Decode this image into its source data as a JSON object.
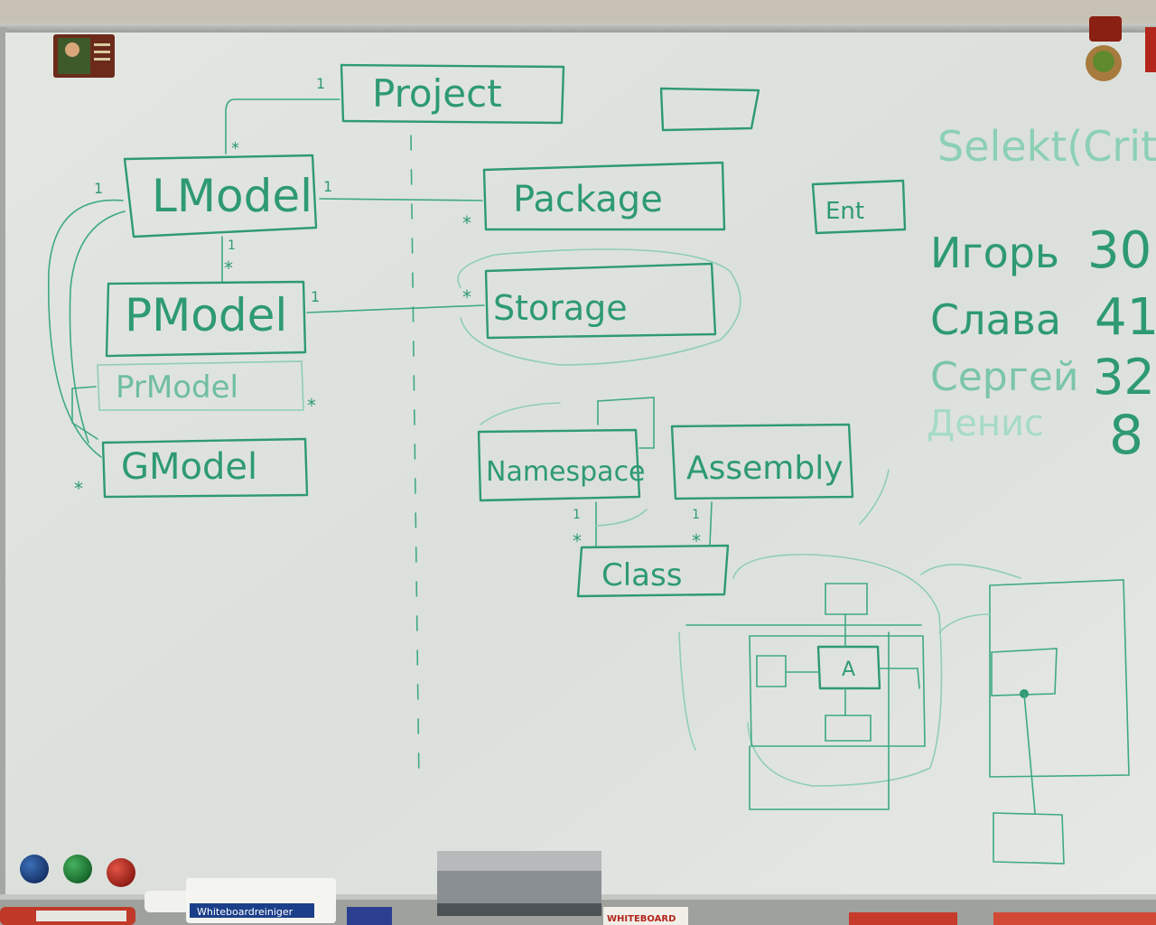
{
  "whiteboard": {
    "diagram": {
      "classes": {
        "project": "Project",
        "lmodel": "LModel",
        "package": "Package",
        "pmodel": "PModel",
        "storage": "Storage",
        "prmodel": "PrModel",
        "gmodel": "GModel",
        "namespace": "Namespace",
        "assembly": "Assembly",
        "class": "Class",
        "ent": "Ent",
        "a_box": "A"
      },
      "multiplicities": {
        "one": "1",
        "many": "*"
      }
    },
    "notes": {
      "formula": "Selekt(Crit)",
      "scores": [
        {
          "name": "Игорь",
          "value": "30"
        },
        {
          "name": "Слава",
          "value": "41"
        },
        {
          "name": "Сергей",
          "value": "32"
        },
        {
          "name": "Денис",
          "value": "8"
        }
      ]
    },
    "tray": {
      "eraser_label": "Whiteboardreiniger",
      "marker_box_label": "WHITEBOARD"
    },
    "colors": {
      "ink": "#2e9a74",
      "board": "#dfe3df",
      "frame": "#a9aca8",
      "magnets": [
        "#1c4a8c",
        "#1f8a3a",
        "#c0281e"
      ]
    },
    "icons": [
      "magnet-photo-icon",
      "magnet-round-icon"
    ]
  }
}
